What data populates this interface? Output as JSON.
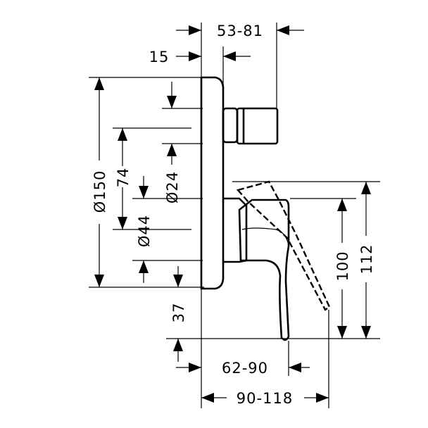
{
  "dimensions": {
    "top_span": "53-81",
    "inset": "15",
    "outer_diameter": "Ø150",
    "center_offset": "74",
    "port_diameter": "Ø24",
    "inner_diameter": "Ø44",
    "bottom_gap": "37",
    "lever_height": "100",
    "total_height": "112",
    "depth_lever": "62-90",
    "depth_total": "90-118"
  }
}
